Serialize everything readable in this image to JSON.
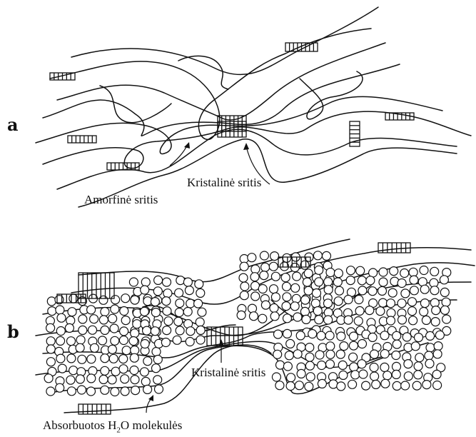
{
  "panel_a": {
    "label": "a",
    "crystalline_label": "Kristalinė sritis",
    "amorphous_label": "Amorfinė sritis"
  },
  "panel_b": {
    "label": "b",
    "crystalline_label": "Kristalinė sritis",
    "water_label_prefix": "Absorbuotos H",
    "water_label_sub": "2",
    "water_label_suffix": "O molekulės"
  }
}
